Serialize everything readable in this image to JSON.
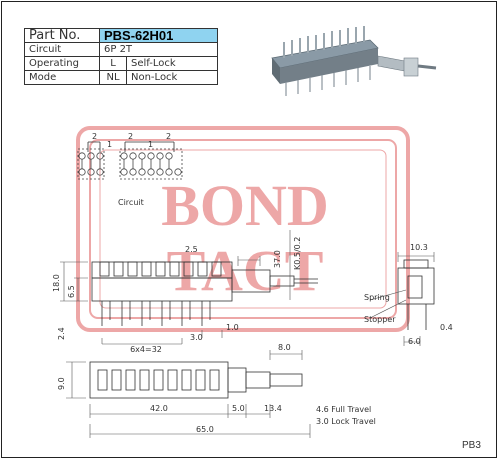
{
  "spec_table": {
    "part_no_label": "Part No.",
    "part_no": "PBS-62H01",
    "circuit_label": "Circuit",
    "circuit_value": "6P 2T",
    "operating_label": "Operating",
    "mode_label": "Mode",
    "self_lock_code": "L",
    "self_lock_text": "Self-Lock",
    "non_lock_code": "NL",
    "non_lock_text": "Non-Lock"
  },
  "circuit_diagram": {
    "caption": "Circuit",
    "pin_numbers": [
      "2",
      "1",
      "2",
      "1",
      "2"
    ]
  },
  "watermark": {
    "line1": "BOND",
    "line2": "TACT",
    "color": "#e06060"
  },
  "dimensions": {
    "pitch_top": "2.5",
    "height_total": "18.0",
    "height_inner": "6.5",
    "pin_left": "2.4",
    "pin_pitch": "6x4=32",
    "pin_offset": "3.0",
    "pin_right": "1.0",
    "button_travel": "37.0",
    "button_width": "3.0",
    "lever_note": "K0.5/0.2",
    "side_width": "10.3",
    "spring_label": "Spring",
    "stopper_label": "Stopper",
    "side_pin_width": "0.4",
    "side_pin_depth": "6.0",
    "bottom_height": "9.0",
    "bottom_len1": "42.0",
    "bottom_len2": "5.0",
    "bottom_len3": "13.4",
    "bottom_len4": "8.0",
    "overall_length": "65.0",
    "full_travel": "4.6 Full Travel",
    "lock_travel": "3.0 Lock Travel"
  },
  "page_code": "PB3"
}
